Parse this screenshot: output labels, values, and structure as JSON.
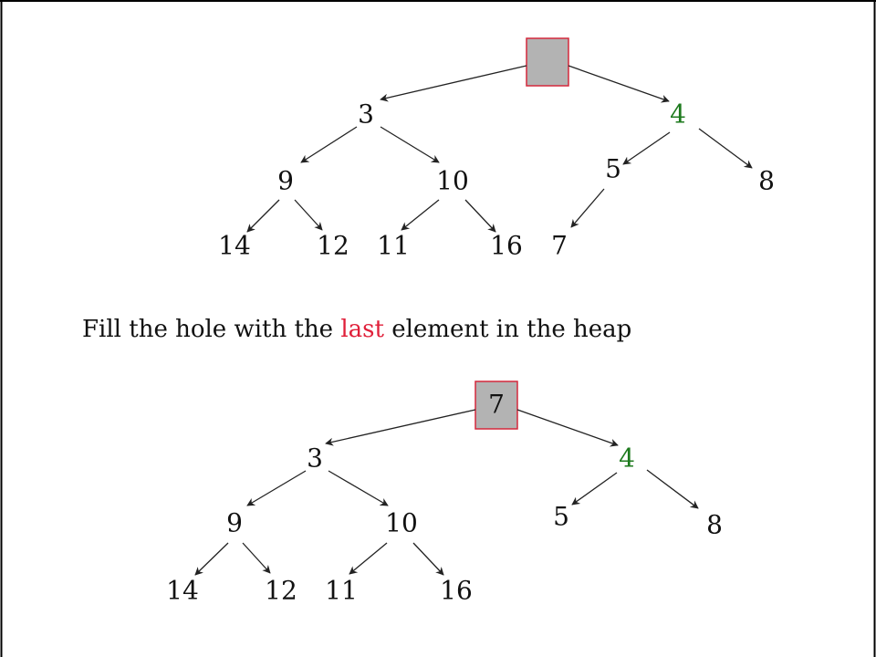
{
  "caption": {
    "before": "Fill the hole with the ",
    "highlight": "last",
    "after": " element in the heap"
  },
  "colors": {
    "text": "#111111",
    "highlight_node": "#1e7a1e",
    "highlight_word": "#e0203a",
    "hole_fill": "#b3b3b3",
    "hole_stroke": "#d4283c",
    "edge": "#222222"
  },
  "trees": [
    {
      "id": "before",
      "root": "",
      "nodes": {
        "a": "3",
        "b": "4",
        "c": "9",
        "d": "10",
        "e": "5",
        "f": "8",
        "g": "14",
        "h": "12",
        "i": "11",
        "j": "16",
        "k": "7"
      },
      "highlighted": [
        "b"
      ]
    },
    {
      "id": "after",
      "root": "7",
      "nodes": {
        "a": "3",
        "b": "4",
        "c": "9",
        "d": "10",
        "e": "5",
        "f": "8",
        "g": "14",
        "h": "12",
        "i": "11",
        "j": "16"
      },
      "highlighted": [
        "b"
      ]
    }
  ]
}
